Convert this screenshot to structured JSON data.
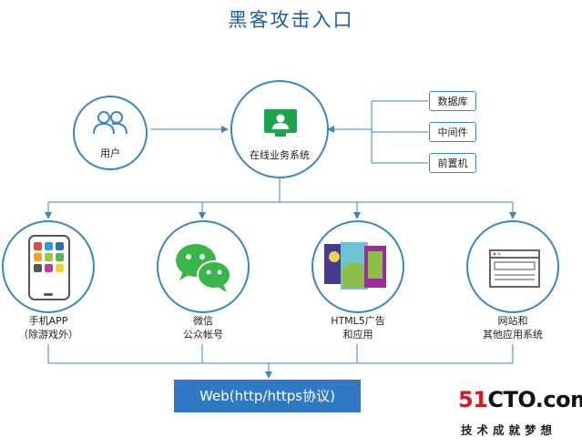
{
  "title": "黑客攻击入口",
  "user": {
    "label": "用户"
  },
  "core": {
    "label": "在线业务系统"
  },
  "backend": [
    "数据库",
    "中间件",
    "前置机"
  ],
  "clients": [
    {
      "line1": "手机APP",
      "line2": "（除游戏外）"
    },
    {
      "line1": "微信",
      "line2": "公众帐号"
    },
    {
      "line1": "HTML5广告",
      "line2": "和应用"
    },
    {
      "line1": "网站和",
      "line2": "其他应用系统"
    }
  ],
  "protocol": "Web(http/https协议)",
  "watermark": {
    "brand_red": "51",
    "brand_rest": "CTO.com",
    "slogan": "技术成就梦想"
  },
  "colors": {
    "accent": "#3a86c8",
    "web_box": "#2f78c4",
    "title": "#1f5ea8",
    "brand_red": "#d8191c"
  }
}
